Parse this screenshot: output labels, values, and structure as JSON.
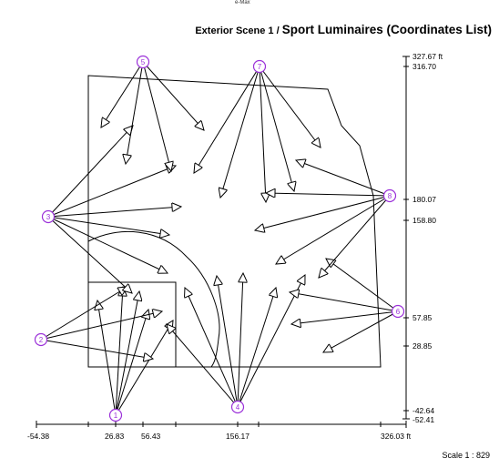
{
  "header": {
    "small": "e-Max"
  },
  "title": {
    "scene": "Exterior Scene 1 / ",
    "main": "Sport Luminaires (Coordinates List)"
  },
  "scale": "Scale 1 : 829",
  "colors": {
    "luminaire": "#9b30d9",
    "line": "#000000"
  },
  "y_axis": {
    "labels": [
      "327.67 ft",
      "316.70",
      "180.07",
      "158.80",
      "57.85",
      "28.85",
      "-42.64",
      "-52.41"
    ]
  },
  "x_axis": {
    "labels": [
      "-54.38",
      "26.83",
      "56.43",
      "156.17",
      "326.03 ft"
    ]
  },
  "luminaires": [
    {
      "id": "1"
    },
    {
      "id": "2"
    },
    {
      "id": "3"
    },
    {
      "id": "4"
    },
    {
      "id": "5"
    },
    {
      "id": "6"
    },
    {
      "id": "7"
    },
    {
      "id": "8"
    }
  ]
}
